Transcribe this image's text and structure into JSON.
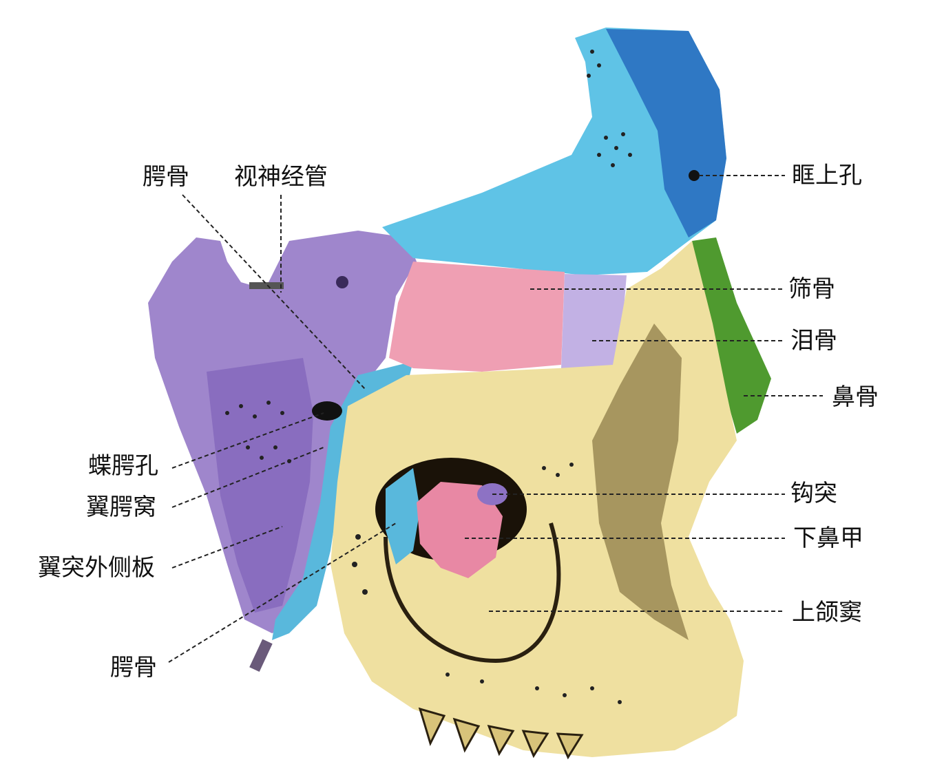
{
  "labels": {
    "top_palatine": "腭骨",
    "optic_canal": "视神经管",
    "supraorbital_foramen": "眶上孔",
    "ethmoid": "筛骨",
    "lacrimal": "泪骨",
    "nasal": "鼻骨",
    "sphenopalatine_foramen": "蝶腭孔",
    "pterygopalatine_fossa": "翼腭窝",
    "lateral_pterygoid_plate": "翼突外侧板",
    "bottom_palatine": "腭骨",
    "uncinate_process": "钩突",
    "inferior_nasal_concha": "下鼻甲",
    "maxillary_sinus": "上颌窦"
  },
  "colors": {
    "sphenoid": "#9f86cc",
    "sphenoid_dark": "#6f4fb0",
    "frontal": "#5fc3e6",
    "frontal_dark": "#1f5fb8",
    "ethmoid": "#ef9fb3",
    "lacrimal": "#c2b1e4",
    "maxilla": "#efe0a0",
    "maxilla_shadow": "#6b5a2a",
    "nasal": "#4f9a2f",
    "palatine": "#59b8dc",
    "concha": "#e888a4",
    "leader": "#222222"
  }
}
